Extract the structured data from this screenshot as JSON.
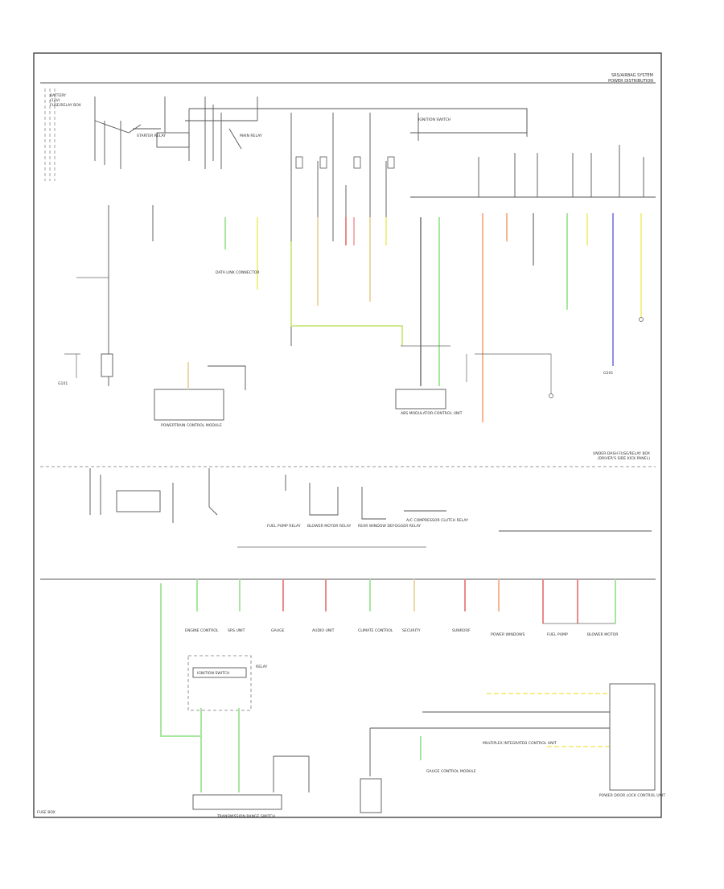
{
  "title_lines": [
    "SRS/AIRBAG SYSTEM",
    "POWER DISTRIBUTION"
  ],
  "right_section_label": [
    "UNDER-DASH FUSE/RELAY BOX",
    "(DRIVER'S SIDE KICK PANEL)"
  ],
  "battery_label": [
    "BATTERY",
    "(12V)",
    "FUSE/RELAY BOX"
  ],
  "ground_labels": [
    "G101",
    "G201"
  ],
  "mid_relay_labels": [
    "FUEL PUMP RELAY",
    "BLOWER MOTOR RELAY",
    "REAR WINDOW DEFOGGER RELAY",
    "A/C COMPRESSOR CLUTCH RELAY"
  ],
  "module_labels": [
    "POWERTRAIN CONTROL MODULE",
    "IGNITION SWITCH",
    "DATA LINK CONNECTOR",
    "STARTER RELAY",
    "MAIN RELAY",
    "ABS MODULATOR-CONTROL UNIT",
    "GAUGE CONTROL MODULE",
    "MULTIPLEX INTEGRATED CONTROL UNIT"
  ],
  "bottom_row_labels": [
    "ENGINE CONTROL",
    "SRS UNIT",
    "GAUGE",
    "AUDIO UNIT",
    "CLIMATE CONTROL",
    "SECURITY",
    "SUNROOF",
    "POWER WINDOWS",
    "FUEL PUMP",
    "BLOWER MOTOR"
  ],
  "lower_left_box": [
    "IGNITION SWITCH",
    "RELAY"
  ],
  "bottom_center": [
    "TRANSMISSION RANGE SWITCH"
  ],
  "right_bottom_box": [
    "POWER DOOR LOCK CONTROL UNIT"
  ],
  "small_left_tag": "FUSE BOX",
  "colors": {
    "wire_green": "#a8e6a0",
    "wire_yellow": "#f2f08a",
    "wire_orange": "#f6b58e",
    "wire_red": "#e98a8a",
    "wire_pink": "#f3b1b1",
    "wire_blue": "#8f8fe8",
    "wire_lime": "#cfe98d",
    "wire_tan": "#eed7a6",
    "line": "#555555"
  }
}
